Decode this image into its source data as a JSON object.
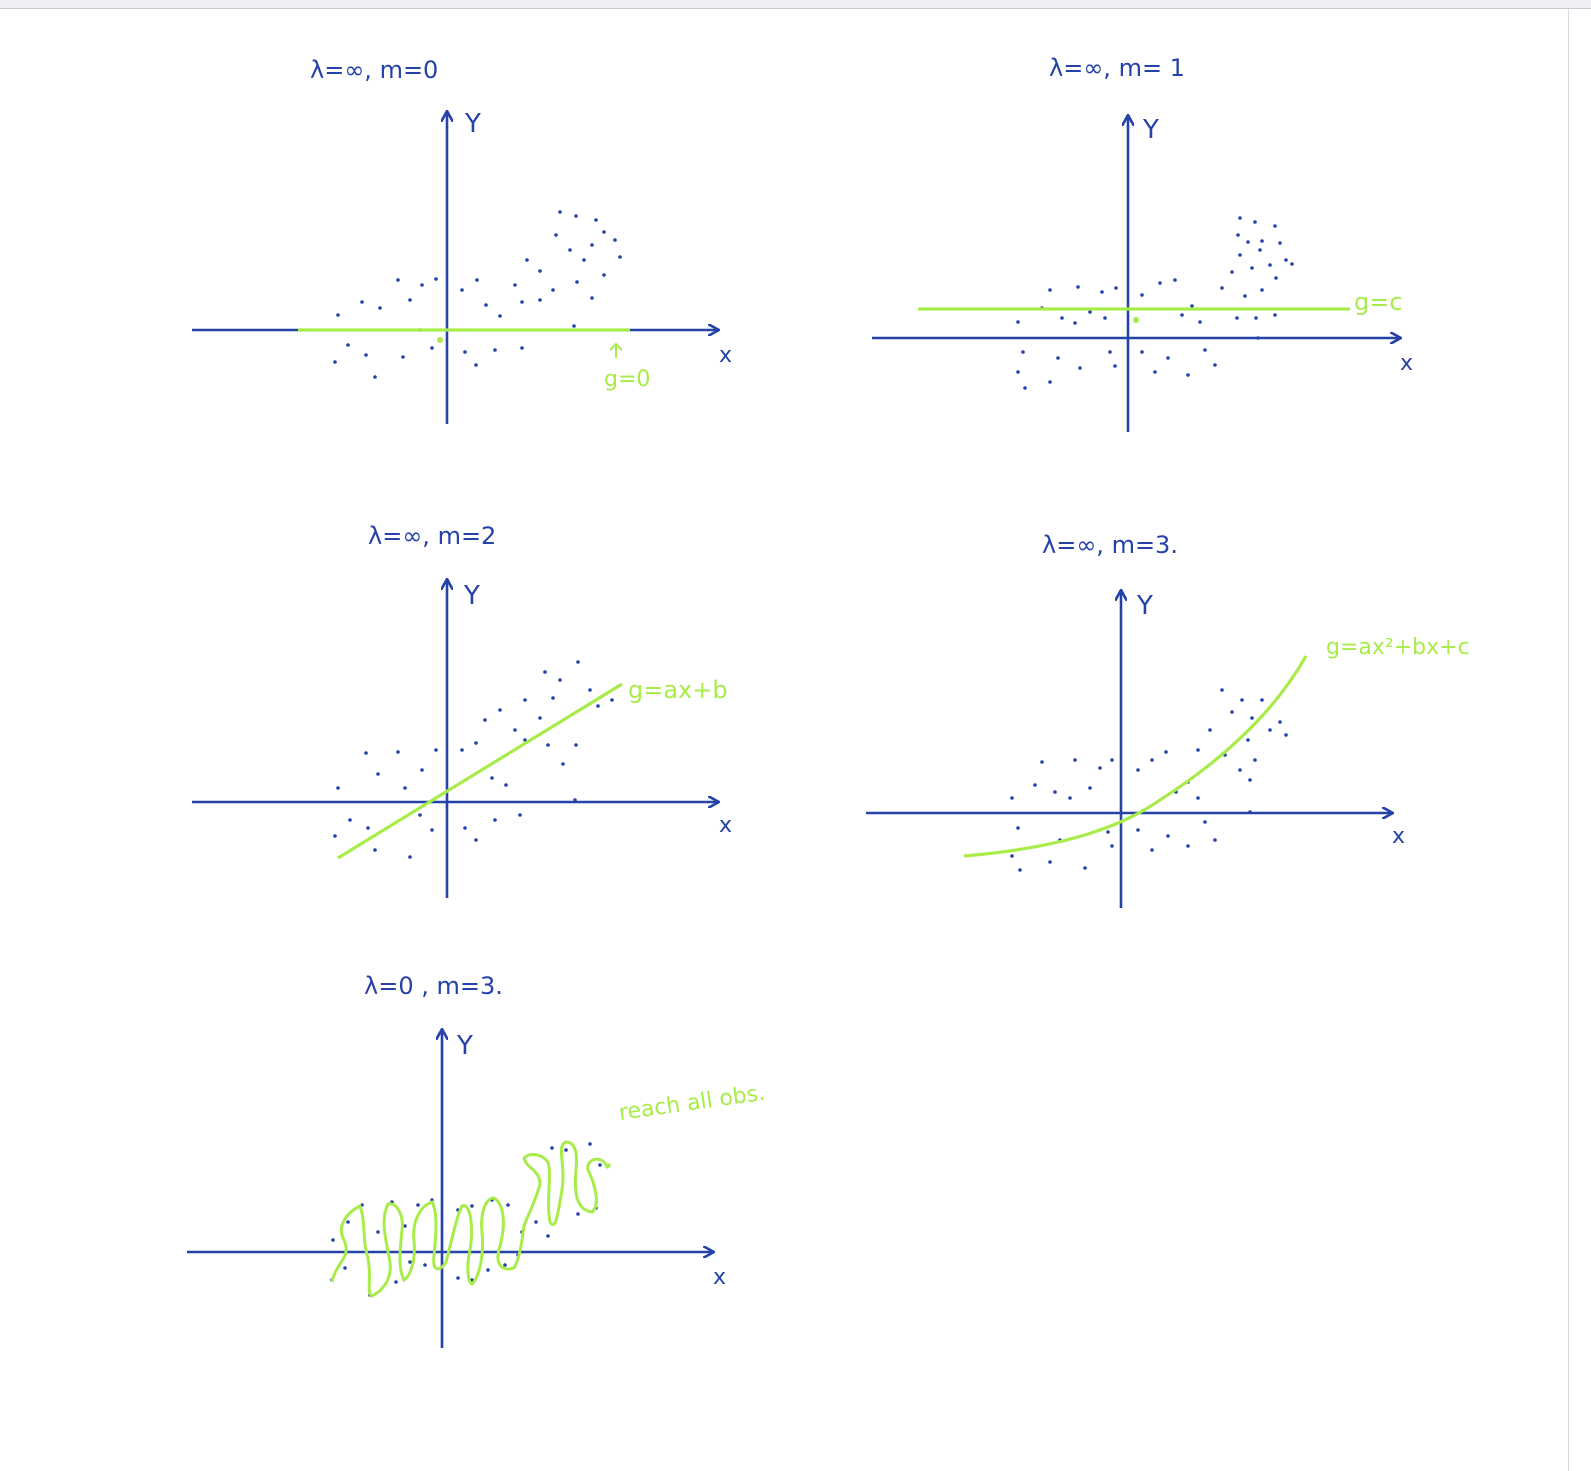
{
  "colors": {
    "ink": "#2442a8",
    "highlight": "#a8ec4a",
    "background": "#ffffff"
  },
  "axis_labels": {
    "y": "Y",
    "x": "x"
  },
  "panels": [
    {
      "id": "p1",
      "title": "λ=∞, m=0",
      "fit": "g=0",
      "fit_type": "zero"
    },
    {
      "id": "p2",
      "title": "λ=∞, m= 1",
      "fit": "g=c",
      "fit_type": "constant"
    },
    {
      "id": "p3",
      "title": "λ=∞, m=2",
      "fit": "g=ax+b",
      "fit_type": "linear"
    },
    {
      "id": "p4",
      "title": "λ=∞, m=3.",
      "fit": "g=ax²+bx+c",
      "fit_type": "quadratic"
    },
    {
      "id": "p5",
      "title": "λ=0 , m=3.",
      "fit": "reach all obs.",
      "fit_type": "interpolating"
    }
  ]
}
